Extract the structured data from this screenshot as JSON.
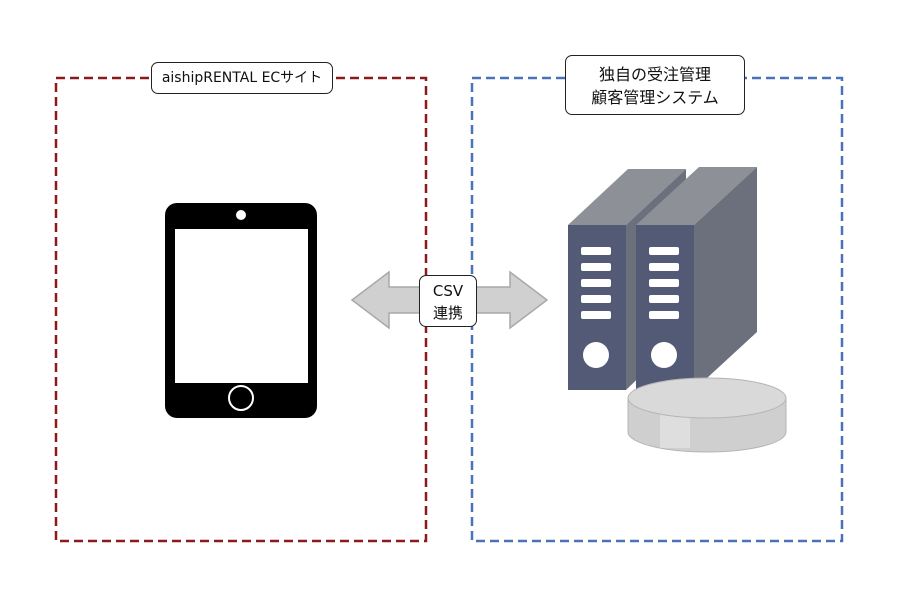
{
  "left_panel": {
    "title": "aishipRENTAL ECサイト",
    "border_color": "#8b1a1a"
  },
  "right_panel": {
    "title_line1": "独自の受注管理",
    "title_line2": "顧客管理システム",
    "border_color": "#4a72b8"
  },
  "connector": {
    "line1": "CSV",
    "line2": "連携",
    "arrow_color": "#d0d0d0"
  },
  "colors": {
    "server_front": "#525a76",
    "server_top": "#8e9098",
    "server_side": "#6c707d",
    "disk": "#d9d9d9"
  },
  "icons": [
    "smartphone-icon",
    "server-icon",
    "database-disk-icon",
    "double-arrow-icon"
  ]
}
